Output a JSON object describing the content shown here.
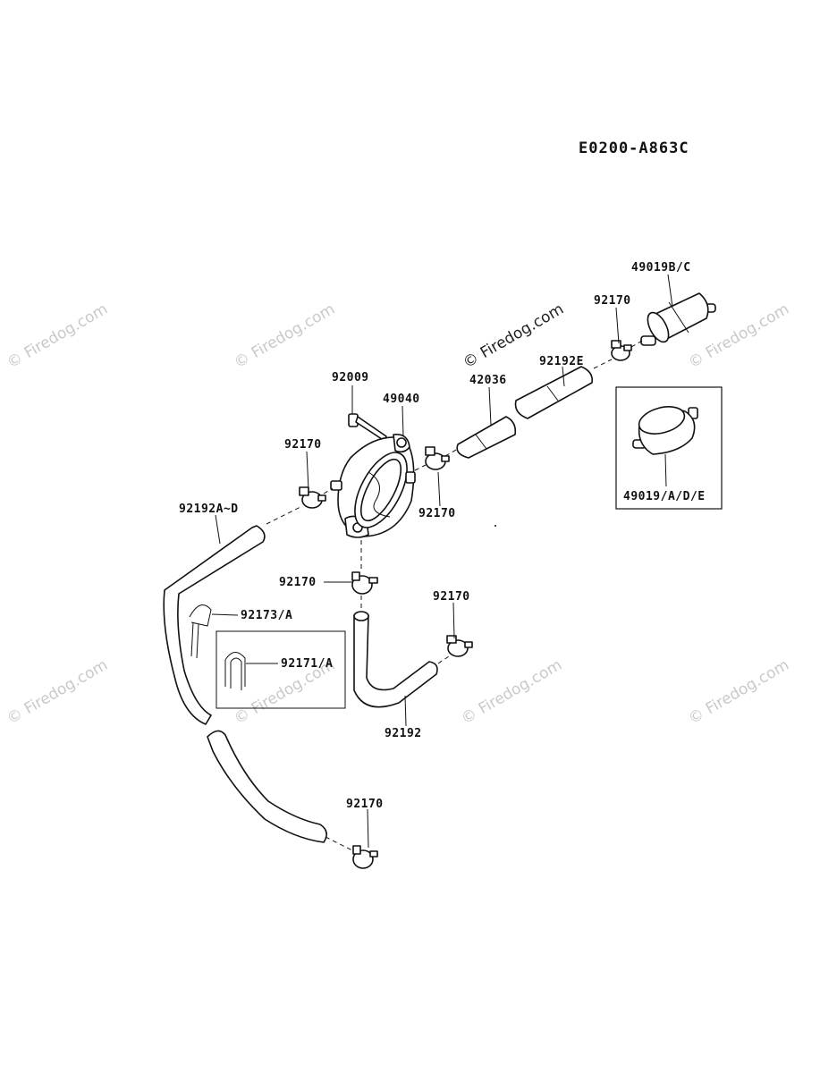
{
  "diagram_code": "E0200-A863C",
  "watermark": "© Firedog.com",
  "labels": {
    "filter_bc": "49019B/C",
    "clamp_top_right": "92170",
    "hose_e": "92192E",
    "part_42036": "42036",
    "bolt": "92009",
    "pump": "49040",
    "clamp_left": "92170",
    "clamp_mid": "92170",
    "hose_a_d": "92192A~D",
    "clamp_below_pump": "92170",
    "clamp_right": "92170",
    "clip_a": "92173/A",
    "clip_171": "92171/A",
    "hose_92192": "92192",
    "clamp_bottom": "92170",
    "filter_ade": "49019/A/D/E"
  }
}
